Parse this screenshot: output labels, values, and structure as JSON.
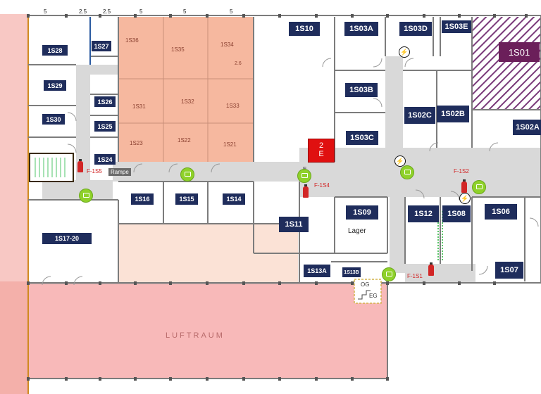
{
  "dimensions": [
    "5",
    "2.5",
    "2.5",
    "5",
    "5",
    "5"
  ],
  "rooms": [
    {
      "id": "1S28",
      "name": "room-1s28"
    },
    {
      "id": "1S27",
      "name": "room-1s27"
    },
    {
      "id": "1S29",
      "name": "room-1s29"
    },
    {
      "id": "1S26",
      "name": "room-1s26"
    },
    {
      "id": "1S30",
      "name": "room-1s30"
    },
    {
      "id": "1S25",
      "name": "room-1s25"
    },
    {
      "id": "1S24",
      "name": "room-1s24"
    },
    {
      "id": "1S10",
      "name": "room-1s10"
    },
    {
      "id": "1S03A",
      "name": "room-1s03a"
    },
    {
      "id": "1S03D",
      "name": "room-1s03d"
    },
    {
      "id": "1S03E",
      "name": "room-1s03e"
    },
    {
      "id": "1S01",
      "name": "room-1s01"
    },
    {
      "id": "1S03B",
      "name": "room-1s03b"
    },
    {
      "id": "1S02C",
      "name": "room-1s02c"
    },
    {
      "id": "1S02B",
      "name": "room-1s02b"
    },
    {
      "id": "1S02A",
      "name": "room-1s02a"
    },
    {
      "id": "1S03C",
      "name": "room-1s03c"
    },
    {
      "id": "1S16",
      "name": "room-1s16"
    },
    {
      "id": "1S15",
      "name": "room-1s15"
    },
    {
      "id": "1S14",
      "name": "room-1s14"
    },
    {
      "id": "1S09",
      "name": "room-1s09"
    },
    {
      "id": "1S12",
      "name": "room-1s12"
    },
    {
      "id": "1S08",
      "name": "room-1s08"
    },
    {
      "id": "1S06",
      "name": "room-1s06"
    },
    {
      "id": "1S11",
      "name": "room-1s11"
    },
    {
      "id": "1S17-20",
      "name": "room-1s17-20"
    },
    {
      "id": "1S13A",
      "name": "room-1s13a"
    },
    {
      "id": "1S13B",
      "name": "room-1s13b"
    },
    {
      "id": "1S07",
      "name": "room-1s07"
    }
  ],
  "salmon_rooms": [
    "1S36",
    "1S35",
    "1S34",
    "1S31",
    "1S32",
    "1S33",
    "1S23",
    "1S22",
    "1S21"
  ],
  "salmon_dim": "2.6",
  "fire_extinguishers": [
    "F-1S5",
    "F-1S4",
    "F-1S2",
    "F-1S1"
  ],
  "lager_label": "Lager",
  "rampe_label": "Rampe",
  "luftraum_label": "LUFTRAUM",
  "stairs_label": {
    "top": "2",
    "bottom": "E"
  },
  "stairs_levels": {
    "upper": "OG",
    "lower": "EG"
  },
  "door_letter": "E",
  "colors": {
    "room_label_bg": "#1f2d5c",
    "special_room_bg": "#6b1f5a",
    "salmon": "#f5b49a",
    "pink": "#f8b9b9",
    "corridor": "#d9d9d9",
    "fire": "#d22626",
    "green": "#8fd12a"
  }
}
